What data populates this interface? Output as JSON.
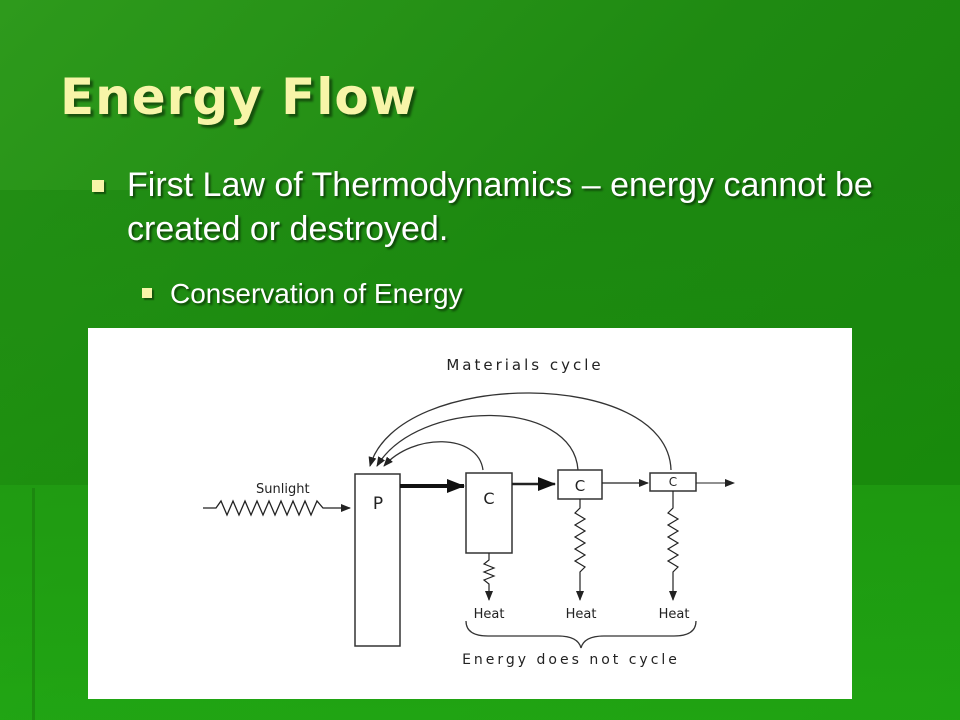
{
  "slide": {
    "title": "Energy Flow",
    "bullets": [
      {
        "text": "First Law of Thermodynamics – energy cannot be created or destroyed.",
        "sub": [
          {
            "text": "Conservation of Energy"
          }
        ]
      }
    ]
  },
  "diagram": {
    "top_label": "Materials cycle",
    "bottom_label": "Energy does not cycle",
    "source_label": "Sunlight",
    "producer_label": "P",
    "consumer_labels": [
      "C",
      "C",
      "C"
    ],
    "heat_labels": [
      "Heat",
      "Heat",
      "Heat"
    ]
  },
  "colors": {
    "title": "#f7f5a8",
    "bullet_text": "#ffffff",
    "bullet_marker": "#f7f5a8",
    "background": "#1f8a12",
    "diagram_bg": "#ffffff"
  }
}
